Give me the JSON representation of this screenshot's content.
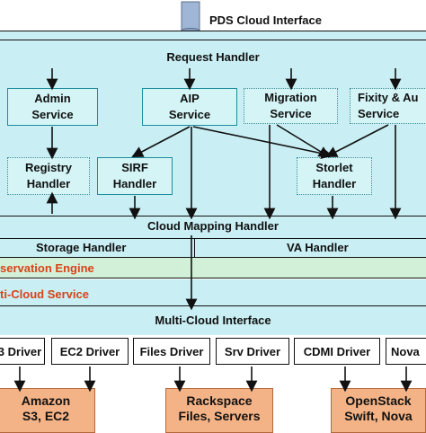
{
  "top": {
    "label": "PDS Cloud Interface"
  },
  "request_handler": "Request Handler",
  "services": {
    "admin": "Admin\nService",
    "aip": "AIP\nService",
    "migration": "Migration\nService",
    "fixity": "Fixity & Au\nService"
  },
  "handlers": {
    "registry": "Registry\nHandler",
    "sirf": "SIRF\nHandler",
    "storlet": "Storlet\nHandler"
  },
  "cloud_mapping_handler": "Cloud Mapping Handler",
  "storage_handler": "Storage Handler",
  "va_handler": "VA Handler",
  "preservation_engine": "servation Engine",
  "multi_cloud_service": "ti-Cloud Service",
  "multi_cloud_interface": "Multi-Cloud Interface",
  "drivers": [
    "3 Driver",
    "EC2 Driver",
    "Files Driver",
    "Srv Driver",
    "CDMI Driver",
    "Nova"
  ],
  "clouds": {
    "amazon": "Amazon\nS3, EC2",
    "rackspace": "Rackspace\nFiles, Servers",
    "openstack": "OpenStack\nSwift, Nova"
  },
  "colors": {
    "band_fill": "#c9eef3",
    "box_fill": "#d4f4f6",
    "box_border": "#1d8e9c",
    "cloud_fill": "#f4b386",
    "accent_text": "#d8431a",
    "cylinder": "#9fb6d6"
  }
}
